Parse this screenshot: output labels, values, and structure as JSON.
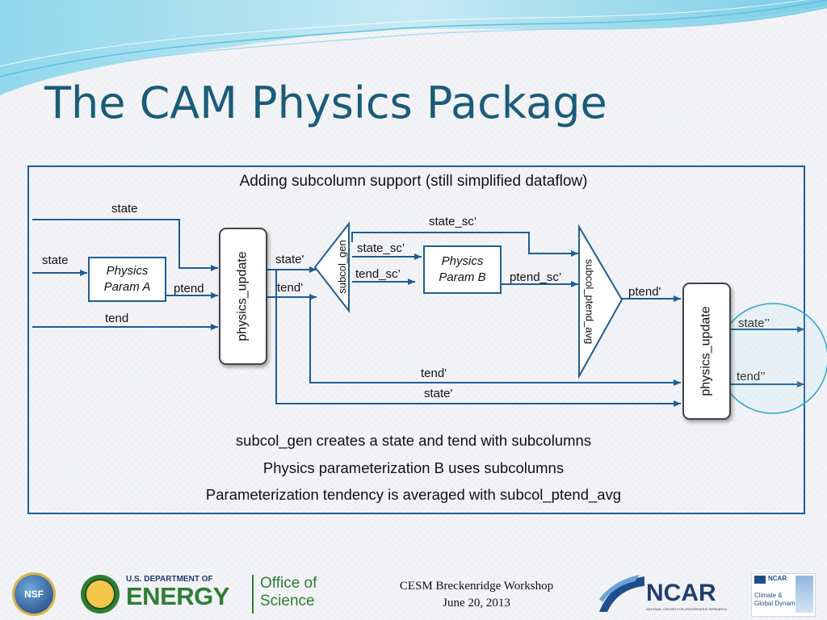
{
  "slide": {
    "title": "The CAM Physics Package",
    "heading": "Adding subcolumn support (still simplified dataflow)",
    "notes": [
      "subcol_gen creates a state and tend with subcolumns",
      "Physics parameterization B uses subcolumns",
      "Parameterization tendency is averaged with subcol_ptend_avg"
    ]
  },
  "diagram": {
    "boxes": {
      "param_a": [
        "Physics",
        "Param A"
      ],
      "param_b": [
        "Physics",
        "Param B"
      ],
      "update1": "physics_update",
      "update2": "physics_update",
      "subcol_gen": "subcol_gen",
      "subcol_avg": "subcol_ptend_avg"
    },
    "labels": {
      "state_top": "state",
      "state_in": "state",
      "ptend_a": "ptend",
      "tend_in": "tend",
      "state_prime": "state'",
      "tend_prime": "tend'",
      "state_sc_top": "state_sc’",
      "state_sc": "state_sc’",
      "tend_sc": "tend_sc’",
      "ptend_sc": "ptend_sc’",
      "ptend_prime": "ptend'",
      "tend_prime_low": "tend'",
      "state_prime_low": "state'",
      "state_out": "state’’",
      "tend_out": "tend’’"
    }
  },
  "footer": {
    "line1": "CESM Breckenridge Workshop",
    "line2": "June 20, 2013"
  },
  "logos": {
    "nsf": "NSF",
    "doe_line1": "U.S. DEPARTMENT OF",
    "doe_line2": "ENERGY",
    "office_line1": "Office of",
    "office_line2": "Science",
    "ncar": "NCAR",
    "ncar_sub": "NATIONAL CENTER FOR ATMOSPHERIC RESEARCH",
    "cgd_line1": "Climate &",
    "cgd_line2": "Global Dynamics",
    "cgd_top": "NCAR"
  },
  "colors": {
    "accent": "#1f5e96",
    "title": "#1a5c7a",
    "doe_green": "#2e7d32"
  }
}
